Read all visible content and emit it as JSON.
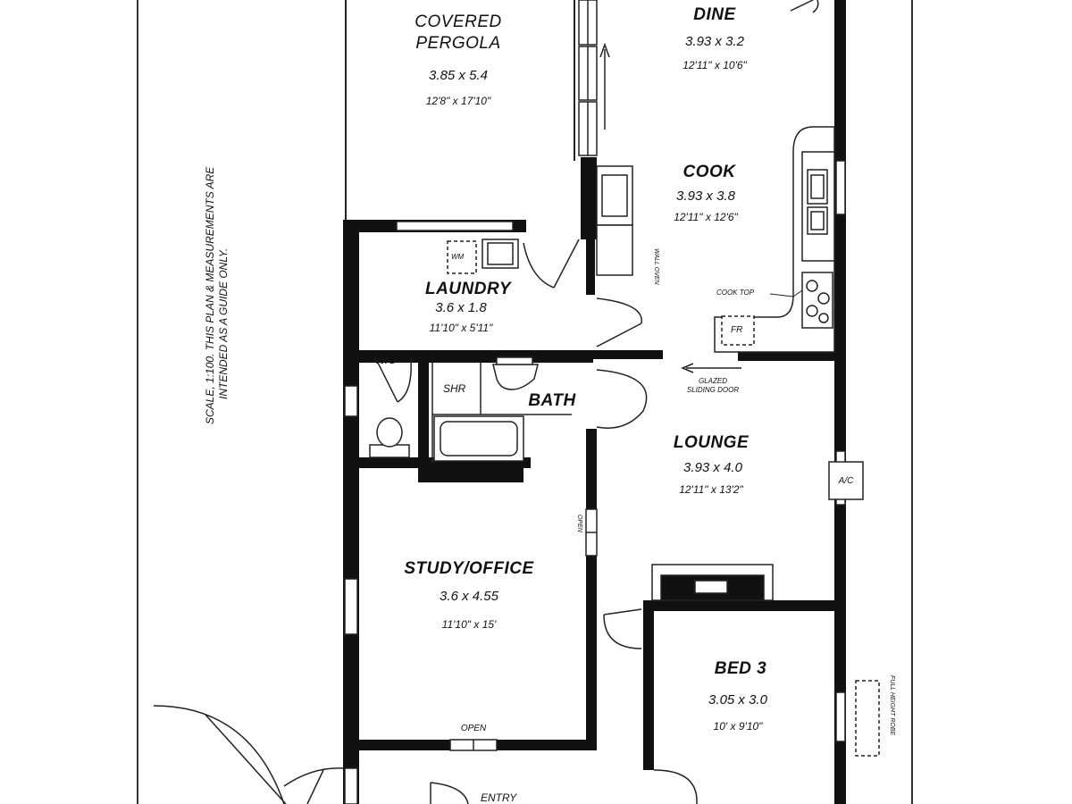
{
  "scale_note": "SCALE, 1:100.  THIS PLAN & MEASUREMENTS ARE",
  "scale_note_2": "INTENDED AS A GUIDE ONLY.",
  "rooms": {
    "pergola": {
      "name_1": "COVERED",
      "name_2": "PERGOLA",
      "metric": "3.85 x 5.4",
      "imperial": "12'8\" x 17'10\""
    },
    "dine": {
      "name": "DINE",
      "metric": "3.93 x 3.2",
      "imperial": "12'11\" x 10'6\""
    },
    "cook": {
      "name": "COOK",
      "metric": "3.93 x 3.8",
      "imperial": "12'11\" x 12'6\""
    },
    "laundry": {
      "name": "LAUNDRY",
      "metric": "3.6 x 1.8",
      "imperial": "11'10\" x 5'11\""
    },
    "bath": {
      "name": "BATH"
    },
    "lounge": {
      "name": "LOUNGE",
      "metric": "3.93 x 4.0",
      "imperial": "12'11\" x 13'2\""
    },
    "study": {
      "name": "STUDY/OFFICE",
      "metric": "3.6 x 4.55",
      "imperial": "11'10\" x 15'"
    },
    "bed3": {
      "name": "BED 3",
      "metric": "3.05 x 3.0",
      "imperial": "10' x 9'10\""
    },
    "entry": {
      "name": "ENTRY"
    }
  },
  "labels": {
    "wc": "W/C",
    "shr": "SHR",
    "wm": "WM",
    "fr": "FR",
    "cook_top": "COOK TOP",
    "wall_oven": "WALL OVEN",
    "glazed_1": "GLAZED",
    "glazed_2": "SLIDING DOOR",
    "ac": "A/C",
    "open_study": "OPEN",
    "open_bottom": "OPEN",
    "robe": "FULL HEIGHT ROBE"
  }
}
